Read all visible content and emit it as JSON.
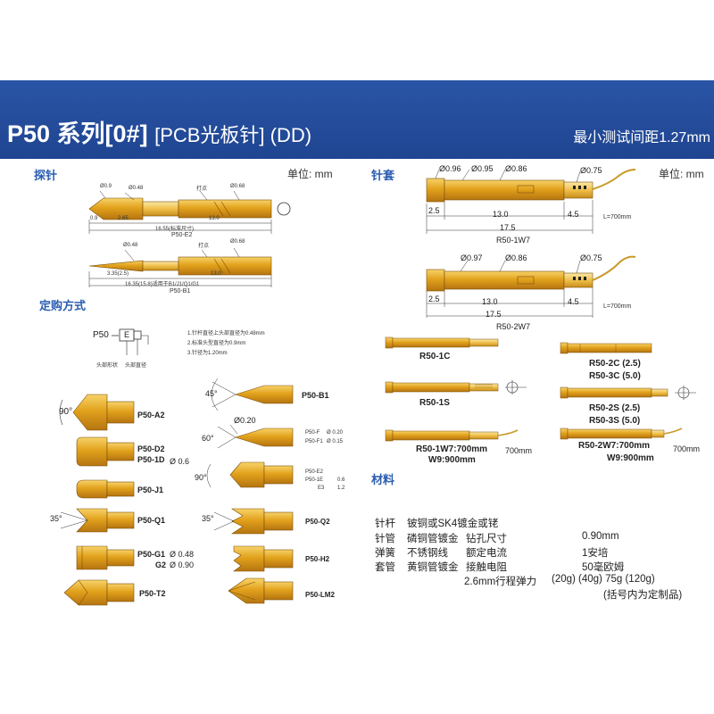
{
  "header": {
    "title_main": "P50 系列[0#]",
    "title_sub": "[PCB光板针] (DD)",
    "min_pitch": "最小测试间距1.27mm"
  },
  "colors": {
    "banner": "#1f4591",
    "accent": "#2a5db0",
    "gold": "#e2a21c"
  },
  "probe": {
    "section": "探针",
    "unit": "单位: mm",
    "e2": {
      "d1": "Ø0.9",
      "d2": "Ø0.48",
      "d3": "Ø0.68",
      "mark": "打点",
      "l1": "0.9",
      "l2": "2.65",
      "l3": "13.0",
      "total": "16.55(标准尺寸)",
      "name": "P50-E2"
    },
    "b1": {
      "d1": "Ø0.48",
      "d2": "Ø0.68",
      "mark": "打点",
      "l1": "3.35(2.5)",
      "l2": "13.0",
      "total": "16.35(15.8)适用于B1/J1/Q1/G1",
      "name": "P50-B1"
    }
  },
  "order": {
    "section": "定购方式",
    "code_prefix": "P50",
    "code_box": "E",
    "notes": [
      "1.针杆直径上头部直径为0.48mm",
      "2.标准头型直径为0.9mm",
      "3.针径为1.20mm"
    ],
    "tag1": "头部形状",
    "tag2": "头部直径"
  },
  "tips_left": [
    {
      "label": "P50-A2",
      "angle": "90°"
    },
    {
      "label": "P50-D2",
      "label2": "P50-1D",
      "dim": "Ø 0.6"
    },
    {
      "label": "P50-J1"
    },
    {
      "label": "P50-Q1",
      "angle": "35°"
    },
    {
      "label": "P50-G1",
      "label2": "G2",
      "dim": "Ø 0.48",
      "dim2": "Ø 0.90"
    },
    {
      "label": "P50-T2"
    }
  ],
  "tips_right": [
    {
      "label": "P50-B1",
      "angle": "45°"
    },
    {
      "label": "P50-F",
      "label2": "P50-F1",
      "dim": "Ø 0.20",
      "dim2": "Ø 0.15",
      "angle": "60°",
      "top": "Ø0.20"
    },
    {
      "label": "P50-E2",
      "label2": "P50-1E",
      "label3": "E3",
      "dim": "0.6",
      "dim2": "1.2",
      "angle": "90°"
    },
    {
      "label": "P50-Q2",
      "angle": "35°"
    },
    {
      "label": "P50-H2"
    },
    {
      "label": "P50-LM2"
    }
  ],
  "socket": {
    "section": "针套",
    "unit": "单位: mm",
    "w7": {
      "d1": "Ø0.96",
      "d2": "Ø0.95",
      "d3": "Ø0.86",
      "d4": "Ø0.75",
      "l1": "2.5",
      "l2": "13.0",
      "l3": "4.5",
      "total": "17.5",
      "wire": "L=700mm",
      "name": "R50-1W7"
    },
    "w2": {
      "d1": "Ø0.97",
      "d2": "Ø0.86",
      "d3": "Ø0.75",
      "l1": "2.5",
      "l2": "13.0",
      "l3": "4.5",
      "total": "17.5",
      "wire": "L=700mm",
      "name": "R50-2W7"
    }
  },
  "receptacles": {
    "r1c": "R50-1C",
    "r2c": "R50-2C (2.5)",
    "r3c": "R50-3C (5.0)",
    "r1s": "R50-1S",
    "r2s": "R50-2S (2.5)",
    "r3s": "R50-3S (5.0)",
    "rw_left_1": "R50-1W7:700mm",
    "rw_left_2": "W9:900mm",
    "rw_left_len": "700mm",
    "rw_right_1": "R50-2W7:700mm",
    "rw_right_2": "W9:900mm",
    "rw_right_len": "700mm"
  },
  "material": {
    "section": "材料",
    "rows": [
      {
        "part": "针杆",
        "material": "铍铜或SK4镀金或铑",
        "spec": "",
        "value": ""
      },
      {
        "part": "针管",
        "material": "磷铜管镀金",
        "spec": "钻孔尺寸",
        "value": "0.90mm"
      },
      {
        "part": "弹簧",
        "material": "不锈钢线",
        "spec": "额定电流",
        "value": "1安培"
      },
      {
        "part": "套管",
        "material": "黄铜管镀金",
        "spec": "接触电阻",
        "value": "50毫欧姆"
      }
    ],
    "force_label": "2.6mm行程弹力",
    "force_values": "(20g) (40g) 75g (120g)",
    "note": "(括号内为定制品)"
  }
}
